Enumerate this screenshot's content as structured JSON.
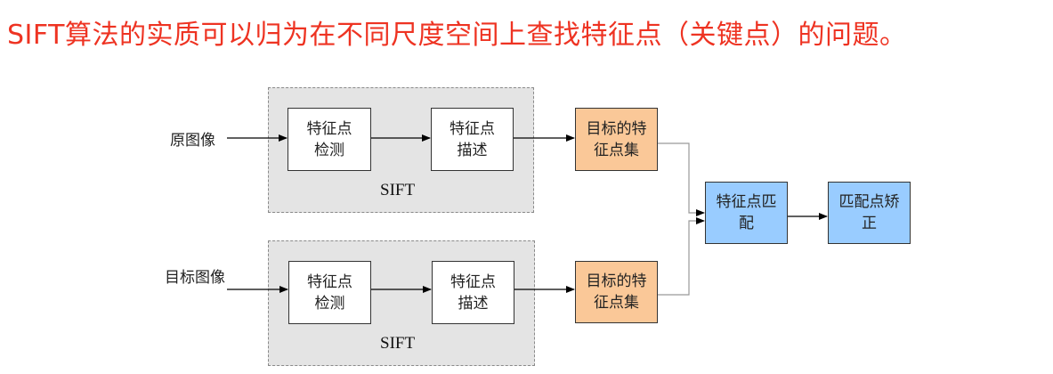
{
  "title": "SIFT算法的实质可以归为在不同尺度空间上查找特征点（关键点）的问题。",
  "colors": {
    "title": "#ee3322",
    "group_bg": "#e4e4e4",
    "feature_set": "#fac898",
    "matching": "#99ccff"
  },
  "pipelines": [
    {
      "input_label": "原图像",
      "group_label": "SIFT",
      "detect": "特征点检测",
      "describe": "特征点描述",
      "feature_set": "目标的特征点集"
    },
    {
      "input_label": "目标图像",
      "group_label": "SIFT",
      "detect": "特征点检测",
      "describe": "特征点描述",
      "feature_set": "目标的特征点集"
    }
  ],
  "matching": "特征点匹配",
  "correction": "匹配点矫正"
}
